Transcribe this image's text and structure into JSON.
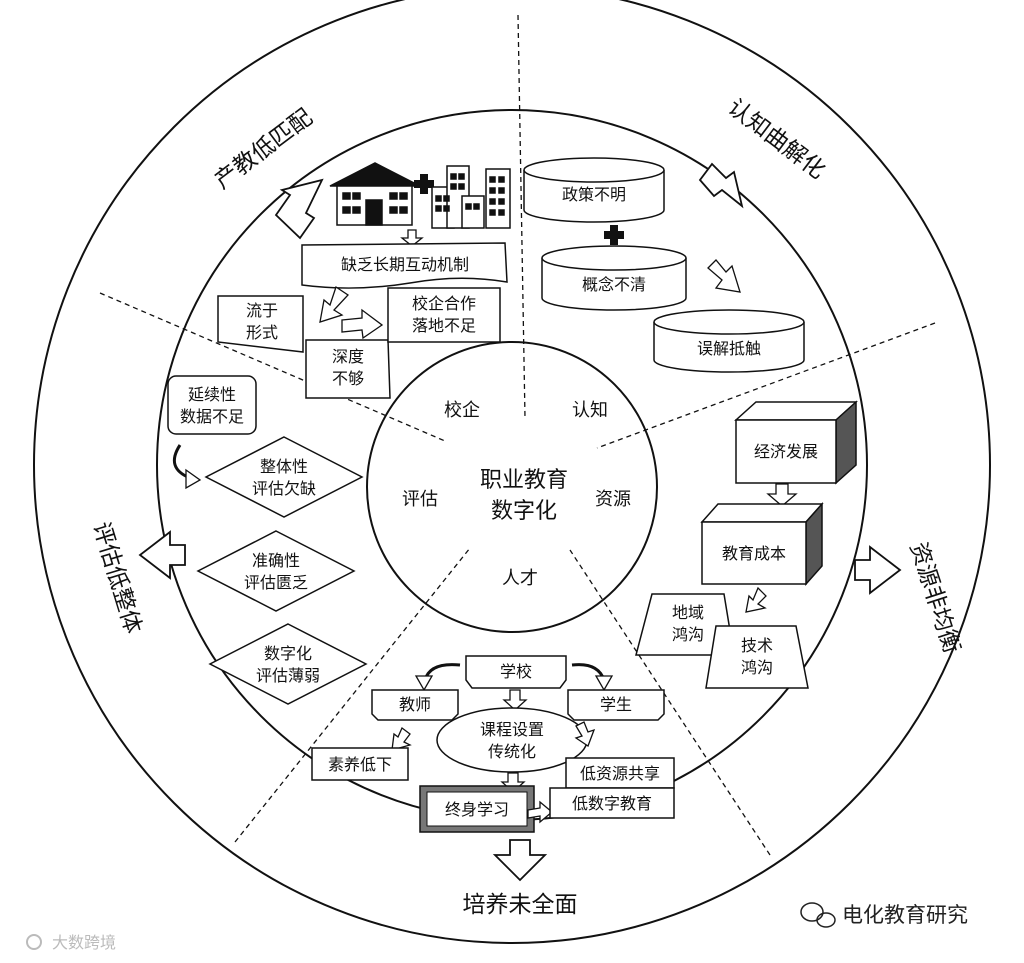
{
  "center": {
    "line1": "职业教育",
    "line2": "数字化"
  },
  "sectors": {
    "xiaoqi": "校企",
    "renzhi": "认知",
    "pinggu": "评估",
    "ziyuan": "资源",
    "rencai": "人才"
  },
  "outer_labels": {
    "chanjiao": "产教低匹配",
    "renzhi": "认知曲解化",
    "ziyuan": "资源非均衡",
    "pinggu": "评估低整体",
    "peiyang": "培养未全面"
  },
  "xiaoqi_cluster": {
    "banner": "缺乏长期互动机制",
    "box_liuyu": [
      "流于",
      "形式"
    ],
    "box_shendu": [
      "深度",
      "不够"
    ],
    "box_luodi": [
      "校企合作",
      "落地不足"
    ]
  },
  "renzhi_cluster": {
    "cyl_zhengce": "政策不明",
    "cyl_gainian": "概念不清",
    "cyl_wujie": "误解抵触"
  },
  "ziyuan_cluster": {
    "cube_jingji": "经济发展",
    "cube_jiaoyu": "教育成本",
    "trap_diyu": [
      "地域",
      "鸿沟"
    ],
    "trap_jishu": [
      "技术",
      "鸿沟"
    ]
  },
  "pinggu_cluster": {
    "box_yanxu": [
      "延续性",
      "数据不足"
    ],
    "dia_zhengti": [
      "整体性",
      "评估欠缺"
    ],
    "dia_zhunque": [
      "准确性",
      "评估匮乏"
    ],
    "dia_shuzi": [
      "数字化",
      "评估薄弱"
    ]
  },
  "rencai_cluster": {
    "xuexiao": "学校",
    "jiaoshi": "教师",
    "xuesheng": "学生",
    "kecheng": [
      "课程设置",
      "传统化"
    ],
    "suyang": "素养低下",
    "ziyuan_share": "低资源共享",
    "zhongshen": "终身学习",
    "di_shuzi": "低数字教育"
  },
  "watermark": {
    "right": "电化教育研究",
    "left": "大数跨境"
  }
}
